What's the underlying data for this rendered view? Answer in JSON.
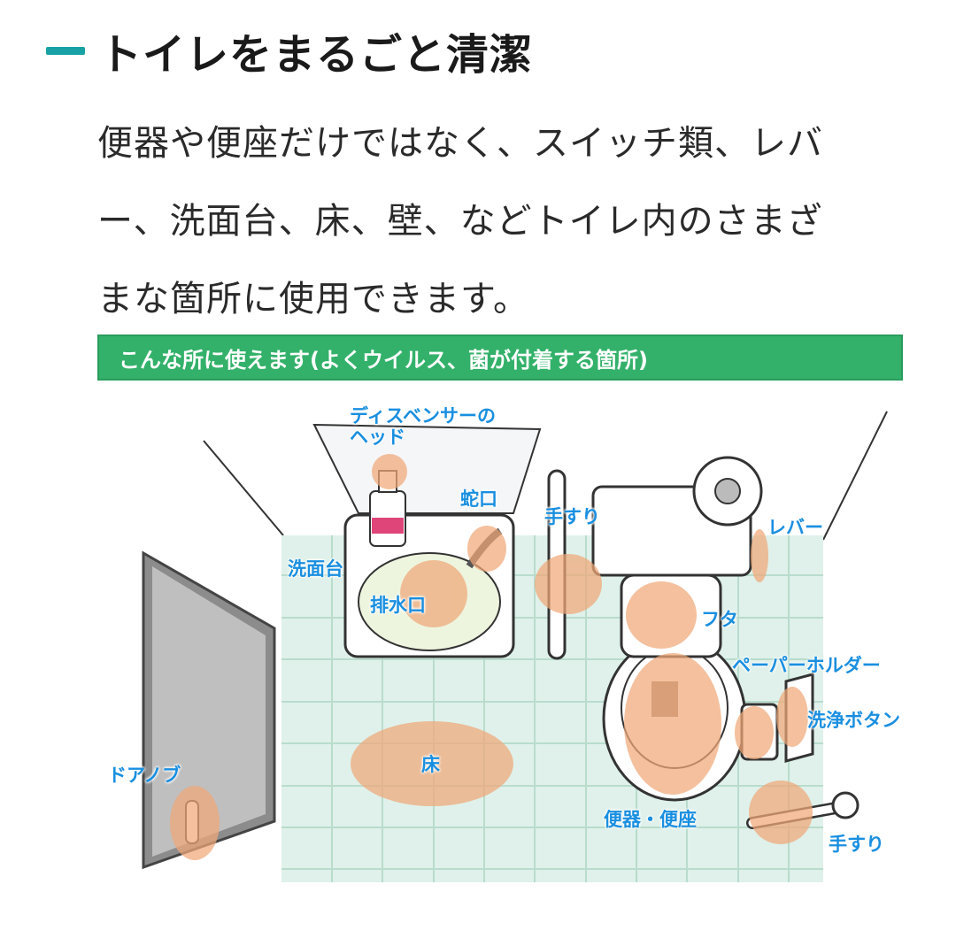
{
  "section": {
    "heading": "トイレをまるごと清潔",
    "body_lines": [
      "便器や便座だけではなく、スイッチ類、レバ",
      "ー、洗面台、床、壁、などトイレ内のさまざ",
      "まな箇所に使用できます。"
    ]
  },
  "figure": {
    "banner": "こんな所に使えます(よくウイルス、菌が付着する箇所)",
    "labels": {
      "dispenser_head": "ディスベンサーの\nヘッド",
      "faucet": "蛇口",
      "handrail_top": "手すり",
      "lever": "レバー",
      "sink": "洗面台",
      "drain": "排水口",
      "lid": "フタ",
      "paper_holder": "ペーパーホルダー",
      "flush_button": "洗浄ボタン",
      "floor": "床",
      "door_knob": "ドアノブ",
      "toilet_seat": "便器・便座",
      "handrail_bottom": "手すり"
    },
    "colors": {
      "banner": "#33b16a",
      "label": "#1a8fe0",
      "highlight": "#f0a878",
      "floor_tile": "#dff1ea",
      "accent_bar": "#19a2a5"
    }
  }
}
